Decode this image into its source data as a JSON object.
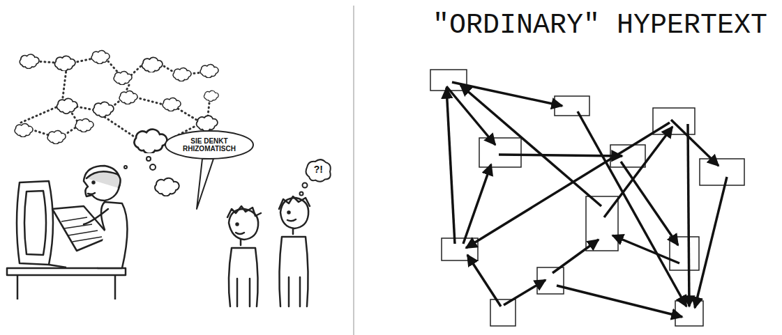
{
  "diagram": {
    "title": "\"ORDINARY\" HYPERTEXT",
    "nodes": [
      {
        "text": [
          "SIE DENKT RHIZOMATISCH"
        ]
      },
      {
        "text": [
          "?!"
        ]
      }
    ]
  }
}
